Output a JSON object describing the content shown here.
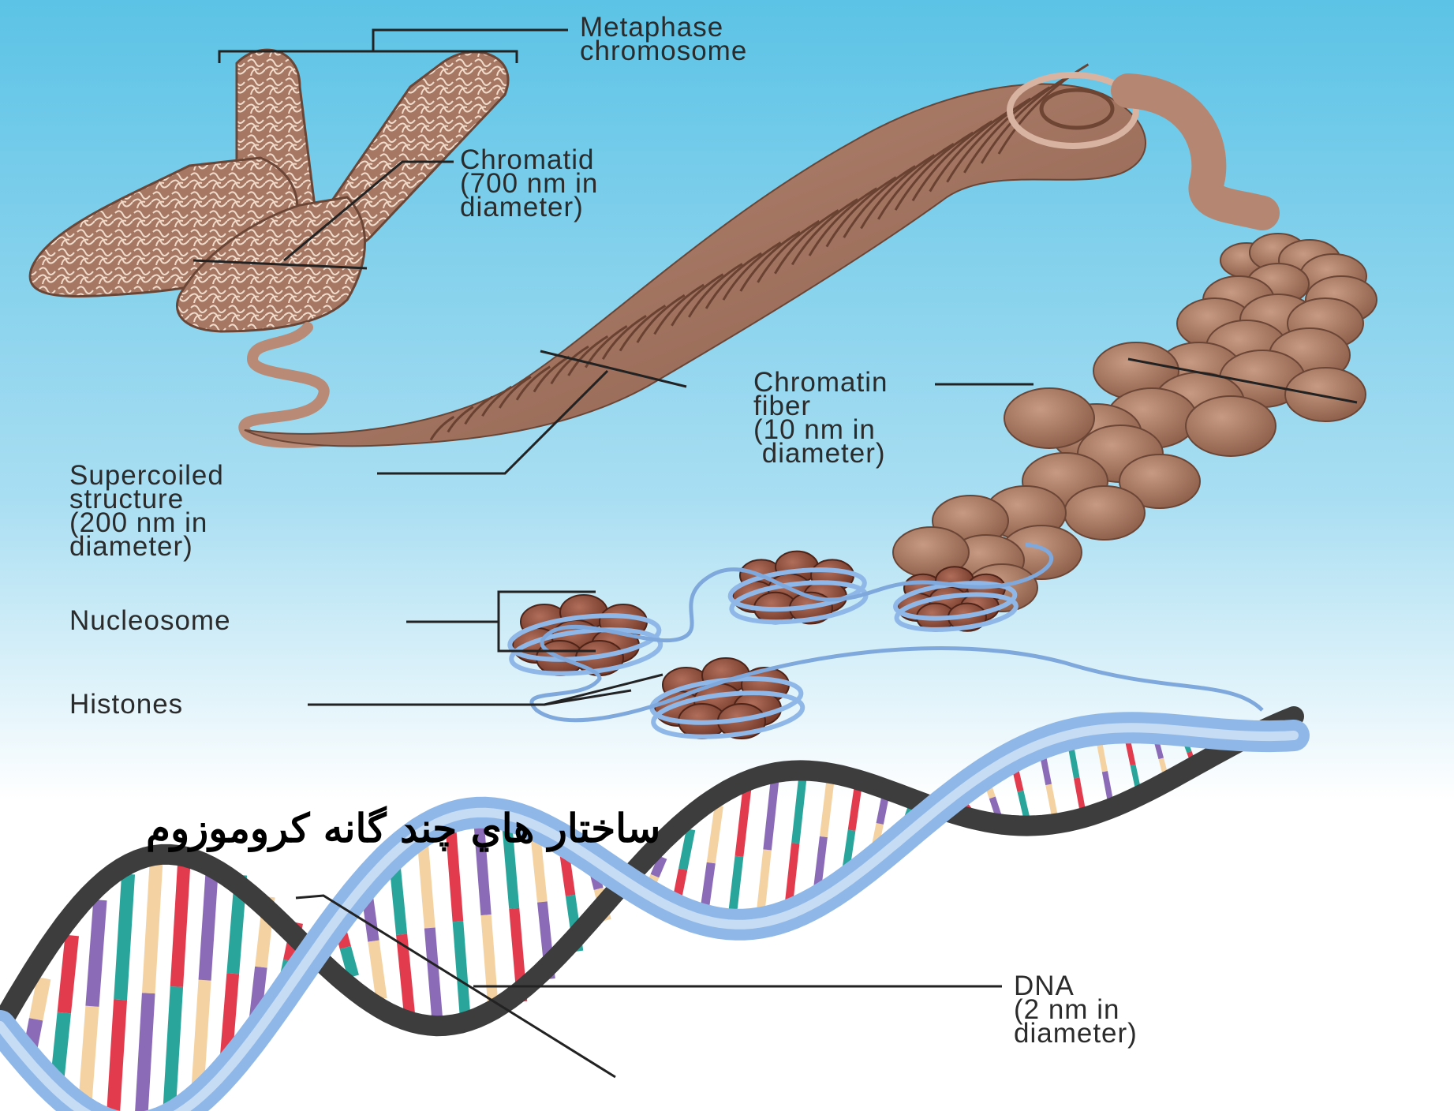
{
  "labels": {
    "metaphase": [
      "Metaphase",
      "chromosome"
    ],
    "chromatid": [
      "Chromatid",
      "(700 nm in",
      "diameter)"
    ],
    "supercoiled": [
      "Supercoiled",
      "structure",
      "(200 nm in",
      "diameter)"
    ],
    "chromatin": [
      "Chromatin",
      "fiber",
      "(10 nm in",
      " diameter)"
    ],
    "nucleosome": [
      "Nucleosome"
    ],
    "histones": [
      "Histones"
    ],
    "dna": [
      "DNA",
      "(2 nm in",
      "diameter)"
    ]
  },
  "caption": "ساختار هاي چند گانه كروموزوم",
  "colors": {
    "background_top": "#5cc3e6",
    "background_bottom": "#ffffff",
    "chromatin_brown": "#a77862",
    "histone_brown": "#8a4f3c",
    "dna_backbone": "#8fb8e8",
    "base_red": "#e23b4e",
    "base_purple": "#8b6bb7",
    "base_teal": "#2aa59b",
    "base_peach": "#f4d2a2",
    "leader_line": "#222222"
  }
}
